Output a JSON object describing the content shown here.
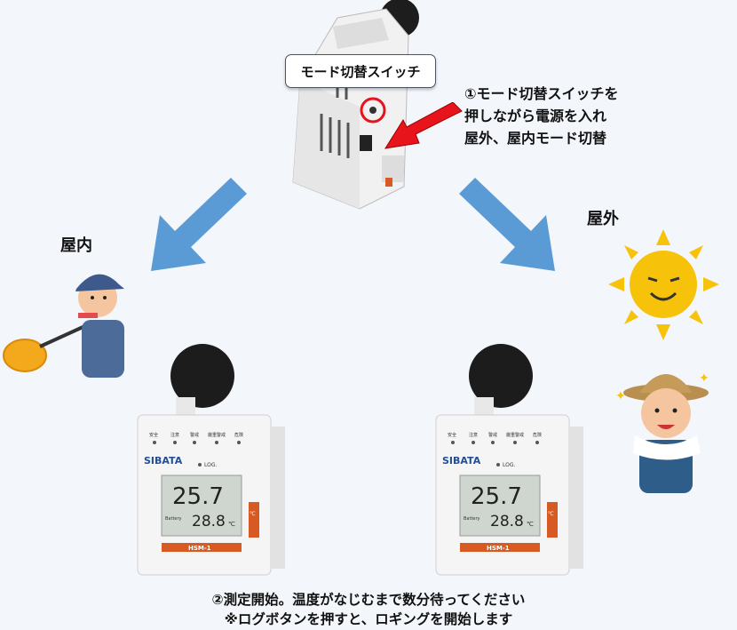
{
  "labels": {
    "switch_label": "モード切替スイッチ",
    "instruction_lines": [
      "①モード切替スイッチを",
      "押しながら電源を入れ",
      "屋外、屋内モード切替"
    ],
    "indoor": "屋内",
    "outdoor": "屋外",
    "bottom_lines": [
      "②測定開始。温度がなじむまで数分待ってください",
      "※ログボタンを押すと、ロギングを開始します"
    ]
  },
  "device": {
    "brand": "SIBATA",
    "model": "HSM-1",
    "log_label": "LOG.",
    "main_reading": "25.7",
    "sub_reading": "28.8",
    "unit": "℃",
    "unit_button": "℃",
    "battery_label": "Battery",
    "indicators": [
      "安全",
      "注意",
      "警戒",
      "厳重警戒",
      "危険"
    ]
  },
  "colors": {
    "arrow_blue": "#5b9bd5",
    "arrow_red": "#e8141c",
    "device_white": "#f5f5f5",
    "lcd": "#cfd6cf",
    "unit_button": "#d75a22"
  }
}
